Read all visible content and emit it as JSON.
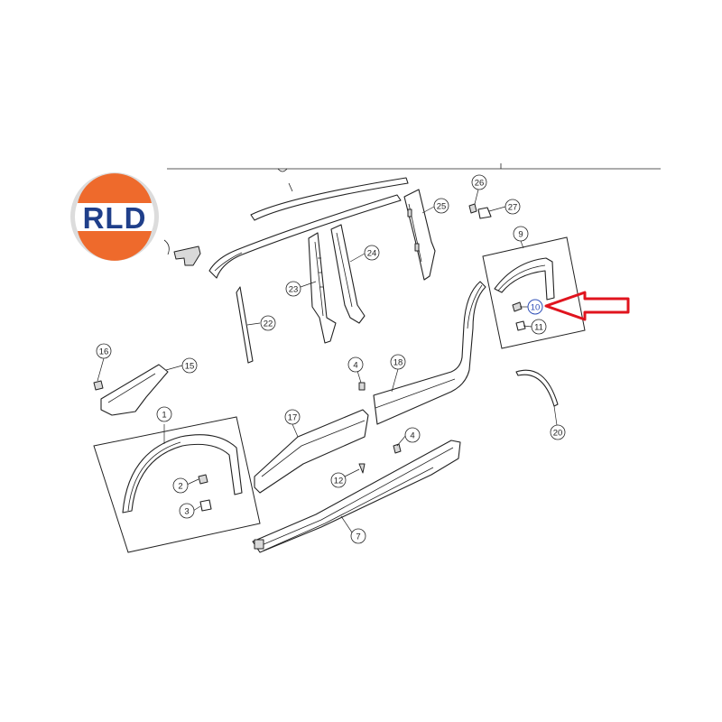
{
  "logo": {
    "text": "RLD",
    "colors": {
      "orange": "#ee6a2c",
      "blue": "#1f3f8a",
      "ring": "#dcdcdc"
    }
  },
  "highlight": {
    "color": "#e0141e",
    "target_callout": "10"
  },
  "callouts": [
    {
      "id": "c1",
      "label": "1"
    },
    {
      "id": "c2",
      "label": "2"
    },
    {
      "id": "c3",
      "label": "3"
    },
    {
      "id": "c4a",
      "label": "4"
    },
    {
      "id": "c4b",
      "label": "4"
    },
    {
      "id": "c7",
      "label": "7"
    },
    {
      "id": "c9",
      "label": "9"
    },
    {
      "id": "c10",
      "label": "10"
    },
    {
      "id": "c11",
      "label": "11"
    },
    {
      "id": "c12",
      "label": "12"
    },
    {
      "id": "c15",
      "label": "15"
    },
    {
      "id": "c16",
      "label": "16"
    },
    {
      "id": "c17",
      "label": "17"
    },
    {
      "id": "c18",
      "label": "18"
    },
    {
      "id": "c20",
      "label": "20"
    },
    {
      "id": "c22",
      "label": "22"
    },
    {
      "id": "c23",
      "label": "23"
    },
    {
      "id": "c24",
      "label": "24"
    },
    {
      "id": "c25",
      "label": "25"
    },
    {
      "id": "c26",
      "label": "26"
    },
    {
      "id": "c27",
      "label": "27"
    }
  ]
}
